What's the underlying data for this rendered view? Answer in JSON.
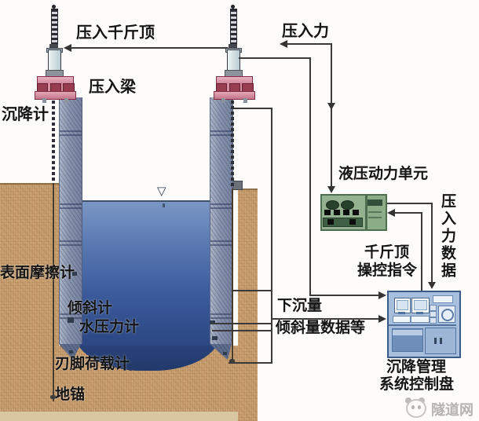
{
  "diagram": {
    "title_context": "caisson press-in settlement management system",
    "labels": {
      "press_in_jack": "压入千斤顶",
      "press_in_beam": "压入梁",
      "settlement_gauge": "沉降计",
      "press_in_force": "压入力",
      "hydraulic_power_unit": "液压动力单元",
      "press_in_force_data": "压入力数据",
      "jack_command_line1": "千斤顶",
      "jack_command_line2": "操控指令",
      "sinking_amount": "下沉量",
      "inclination_data": "倾斜量数据等",
      "surface_friction_gauge": "表面摩擦计",
      "inclinometer": "倾斜计",
      "water_pressure_gauge": "水压力计",
      "edge_load_gauge": "刃脚荷载计",
      "ground_anchor": "地锚",
      "control_panel_line1": "沉降管理",
      "control_panel_line2": "系统控制盘"
    },
    "water_level_marker": "▽",
    "watermark": "隧道网",
    "colors": {
      "soil": "#c59a6b",
      "wall": "#8893ad",
      "water_deep": "#2c4782",
      "jack_pink": "#cf8398",
      "jack_dark_red": "#983c52",
      "hydraulic_green": "#95b290",
      "panel_blue": "#a7bedc",
      "line": "#3a3a3a"
    }
  }
}
